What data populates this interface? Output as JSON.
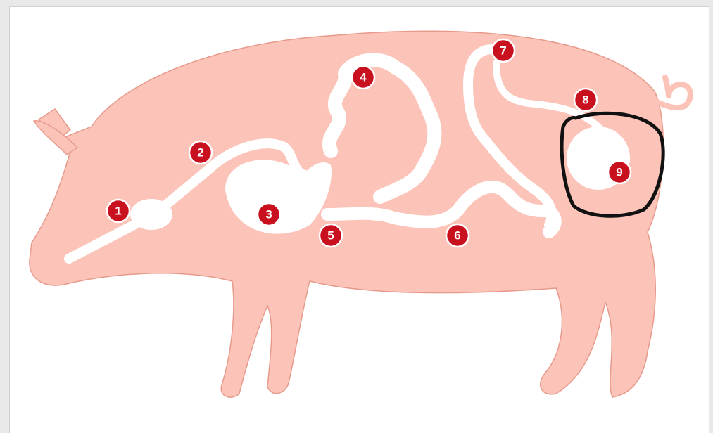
{
  "colors": {
    "body": "#fcc4b8",
    "outline": "#e79a8c",
    "organ": "#ffffff",
    "marker": "#c8101f",
    "highlight": "#111111"
  },
  "markers": [
    {
      "label": "1",
      "organ": "mouth and esophagus"
    },
    {
      "label": "2",
      "organ": "esophagus"
    },
    {
      "label": "3",
      "organ": "stomach"
    },
    {
      "label": "4",
      "organ": "small intestine coils"
    },
    {
      "label": "5",
      "organ": "small intestine"
    },
    {
      "label": "6",
      "organ": "small intestine"
    },
    {
      "label": "7",
      "organ": "cecum"
    },
    {
      "label": "8",
      "organ": "colon"
    },
    {
      "label": "9",
      "organ": "rectum"
    }
  ],
  "highlight": {
    "marker": "9",
    "shape": "hand-drawn loop"
  }
}
